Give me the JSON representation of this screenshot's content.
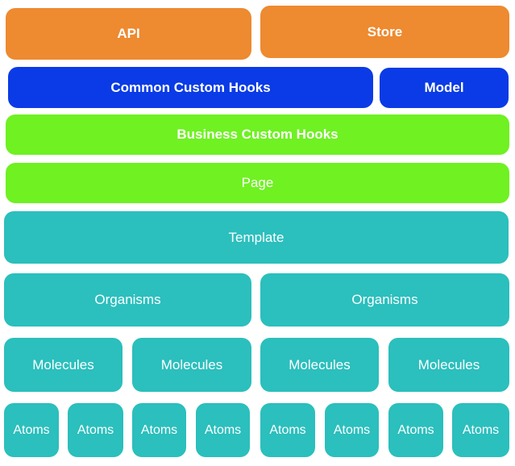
{
  "colors": {
    "orange": "#EE8A30",
    "blue": "#0A3BE6",
    "green": "#6FF122",
    "teal": "#2BBFBD",
    "text": "#FFFFFF"
  },
  "layers": {
    "api": "API",
    "store": "Store",
    "common_custom_hooks": "Common Custom Hooks",
    "model": "Model",
    "business_custom_hooks": "Business Custom Hooks",
    "page": "Page",
    "template": "Template",
    "organisms": [
      "Organisms",
      "Organisms"
    ],
    "molecules": [
      "Molecules",
      "Molecules",
      "Molecules",
      "Molecules"
    ],
    "atoms": [
      "Atoms",
      "Atoms",
      "Atoms",
      "Atoms",
      "Atoms",
      "Atoms",
      "Atoms",
      "Atoms"
    ]
  }
}
